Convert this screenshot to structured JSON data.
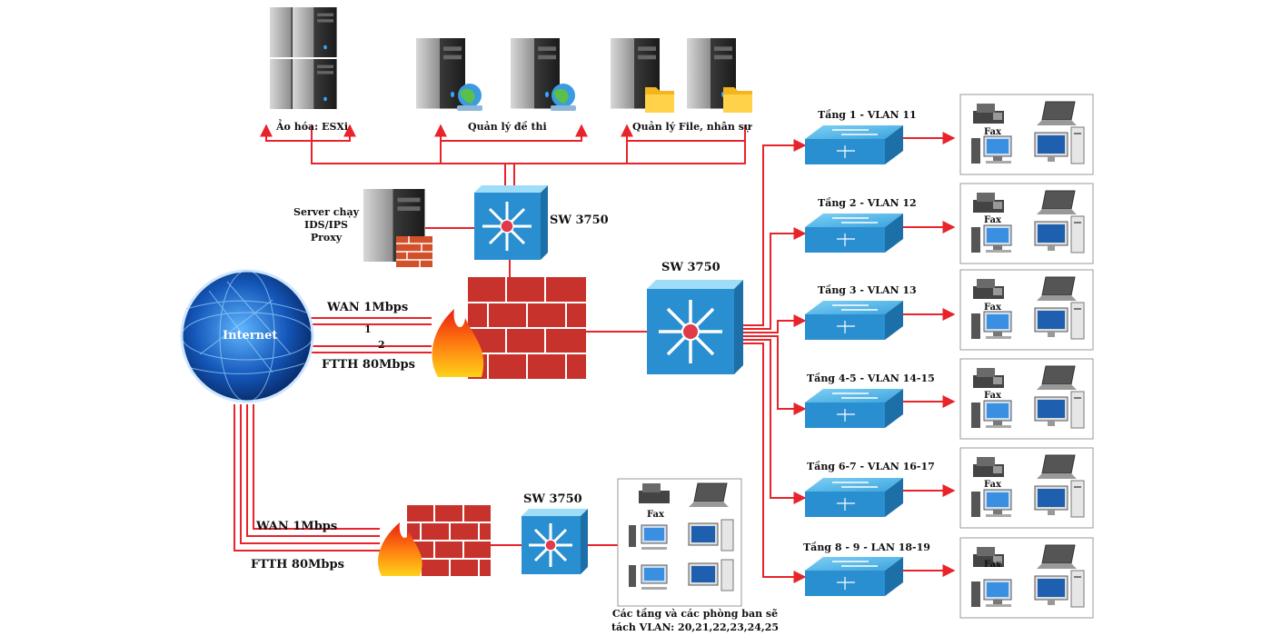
{
  "labels": {
    "virtualization": "Ảo hóa: ESXi",
    "exam_mgmt": "Quản lý đề thi",
    "file_hr_mgmt": "Quản lý File, nhân sự",
    "ids_server": "Server chạy\nIDS/IPS\nProxy",
    "sw_top": "SW 3750",
    "sw_core": "SW 3750",
    "sw_bottom": "SW 3750",
    "internet": "Internet",
    "wan_top": "WAN 1Mbps",
    "line1": "1",
    "line2": "2",
    "ftth_top": "FTTH 80Mbps",
    "wan_bottom": "WAN 1Mbps",
    "ftth_bottom": "FTTH 80Mbps",
    "branch_caption": "Các tầng và các phòng ban sẽ\ntách VLAN: 20,21,22,23,24,25"
  },
  "floors": [
    {
      "label": "Tầng 1 - VLAN 11",
      "fax": "Fax"
    },
    {
      "label": "Tầng 2 - VLAN 12",
      "fax": "Fax"
    },
    {
      "label": "Tầng 3 - VLAN 13",
      "fax": "Fax"
    },
    {
      "label": "Tầng 4-5 - VLAN 14-15",
      "fax": "Fax"
    },
    {
      "label": "Tầng 6-7 - VLAN 16-17",
      "fax": "Fax"
    },
    {
      "label": "Tầng 8 - 9 - LAN 18-19",
      "fax": "Fax"
    }
  ],
  "branch_office": {
    "fax": "Fax"
  },
  "colors": {
    "link": "#e8232a",
    "switch": "#2a8fd0",
    "brick": "#c8322c"
  }
}
